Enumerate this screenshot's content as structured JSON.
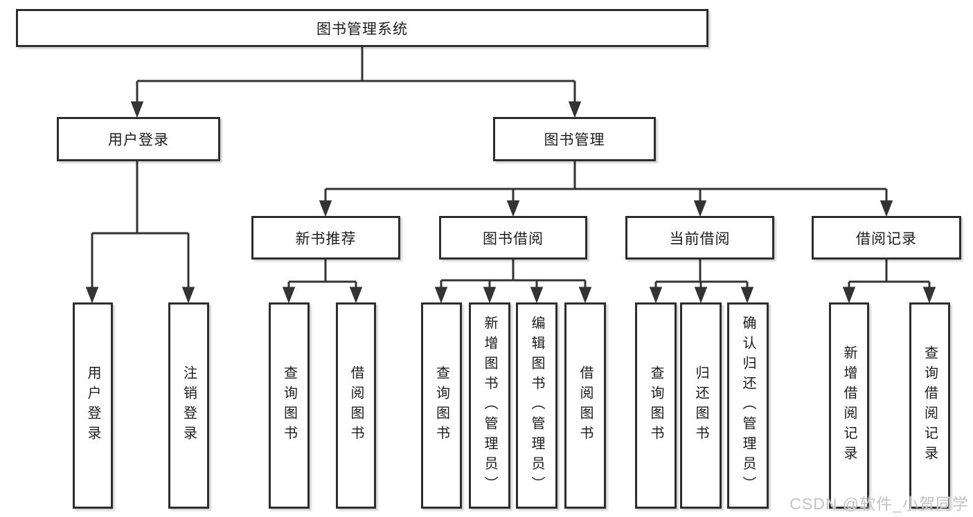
{
  "diagram": {
    "root": {
      "label": "图书管理系统"
    },
    "branches": [
      {
        "label": "用户登录",
        "leaves": [
          {
            "label": "用户登录"
          },
          {
            "label": "注销登录"
          }
        ]
      },
      {
        "label": "图书管理",
        "groups": [
          {
            "label": "新书推荐",
            "leaves": [
              {
                "label": "查询图书"
              },
              {
                "label": "借阅图书"
              }
            ]
          },
          {
            "label": "图书借阅",
            "leaves": [
              {
                "label": "查询图书"
              },
              {
                "label": "新增图书（管理员）"
              },
              {
                "label": "编辑图书（管理员）"
              },
              {
                "label": "借阅图书"
              }
            ]
          },
          {
            "label": "当前借阅",
            "leaves": [
              {
                "label": "查询图书"
              },
              {
                "label": "归还图书"
              },
              {
                "label": "确认归还（管理员）"
              }
            ]
          },
          {
            "label": "借阅记录",
            "leaves": [
              {
                "label": "新增借阅记录"
              },
              {
                "label": "查询借阅记录"
              }
            ]
          }
        ]
      }
    ]
  },
  "watermark": {
    "text": "CSDN @软件_小贺同学"
  },
  "colors": {
    "border": "#2d2d2d",
    "line": "#333333",
    "text": "#1c1c1c",
    "watermark": "#c3c3c3",
    "background": "#ffffff"
  }
}
